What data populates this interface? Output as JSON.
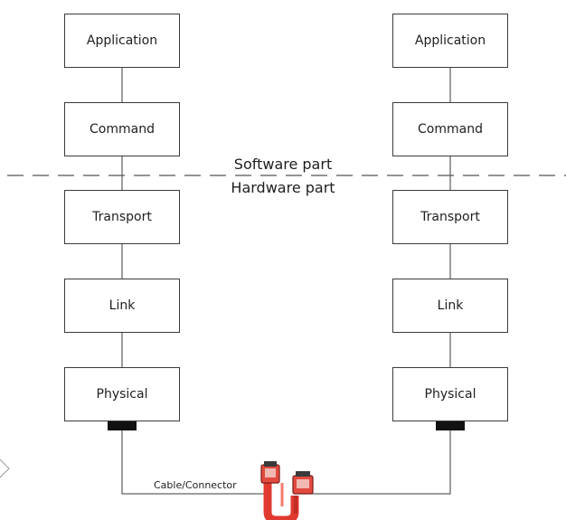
{
  "left_stack": {
    "application": "Application",
    "command": "Command",
    "transport": "Transport",
    "link": "Link",
    "physical": "Physical"
  },
  "right_stack": {
    "application": "Application",
    "command": "Command",
    "transport": "Transport",
    "link": "Link",
    "physical": "Physical"
  },
  "divider": {
    "software_label": "Software part",
    "hardware_label": "Hardware part"
  },
  "cable": {
    "label": "Cable/Connector",
    "color": "#e8453c"
  }
}
